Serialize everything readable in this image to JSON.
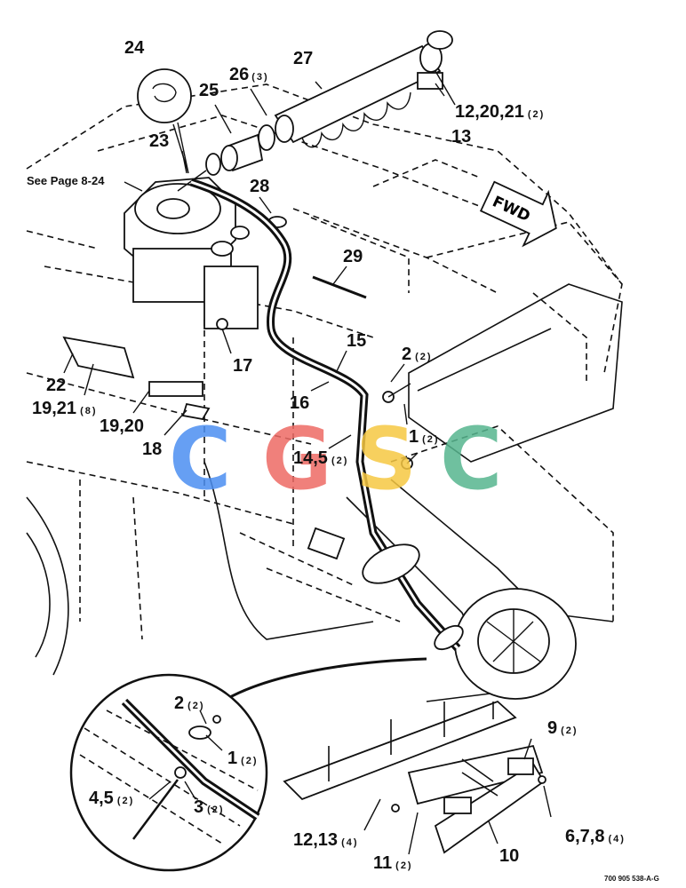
{
  "diagram": {
    "see_page_note": "See Page 8-24",
    "fwd_label": "FWD",
    "doc_code": "700 905 538-A-G",
    "watermark": {
      "letters": [
        "C",
        "G",
        "S",
        "C"
      ],
      "colors": [
        "#4c8ff2",
        "#ee6b65",
        "#f6c843",
        "#57b68f"
      ]
    },
    "callouts": [
      {
        "id": "c24",
        "num": "24",
        "qty": ""
      },
      {
        "id": "c25",
        "num": "25",
        "qty": ""
      },
      {
        "id": "c26",
        "num": "26",
        "qty": "(3)"
      },
      {
        "id": "c27",
        "num": "27",
        "qty": ""
      },
      {
        "id": "c12_20_21",
        "num": "12,20,21",
        "qty": "(2)"
      },
      {
        "id": "c13",
        "num": "13",
        "qty": ""
      },
      {
        "id": "c23",
        "num": "23",
        "qty": ""
      },
      {
        "id": "c28",
        "num": "28",
        "qty": ""
      },
      {
        "id": "c29",
        "num": "29",
        "qty": ""
      },
      {
        "id": "c15",
        "num": "15",
        "qty": ""
      },
      {
        "id": "c2a",
        "num": "2",
        "qty": "(2)"
      },
      {
        "id": "c17",
        "num": "17",
        "qty": ""
      },
      {
        "id": "c22",
        "num": "22",
        "qty": ""
      },
      {
        "id": "c19_21",
        "num": "19,21",
        "qty": "(8)"
      },
      {
        "id": "c16",
        "num": "16",
        "qty": ""
      },
      {
        "id": "c1a",
        "num": "1",
        "qty": "(2)"
      },
      {
        "id": "c19_20",
        "num": "19,20",
        "qty": ""
      },
      {
        "id": "c18",
        "num": "18",
        "qty": ""
      },
      {
        "id": "c14_5",
        "num": "14,5",
        "qty": "(2)"
      },
      {
        "id": "c2b",
        "num": "2",
        "qty": "(2)"
      },
      {
        "id": "c1b",
        "num": "1",
        "qty": "(2)"
      },
      {
        "id": "c4_5",
        "num": "4,5",
        "qty": "(2)"
      },
      {
        "id": "c3",
        "num": "3",
        "qty": "(2)"
      },
      {
        "id": "c9",
        "num": "9",
        "qty": "(2)"
      },
      {
        "id": "c12_13",
        "num": "12,13",
        "qty": "(4)"
      },
      {
        "id": "c11",
        "num": "11",
        "qty": "(2)"
      },
      {
        "id": "c10",
        "num": "10",
        "qty": ""
      },
      {
        "id": "c6_7_8",
        "num": "6,7,8",
        "qty": "(4)"
      }
    ]
  }
}
